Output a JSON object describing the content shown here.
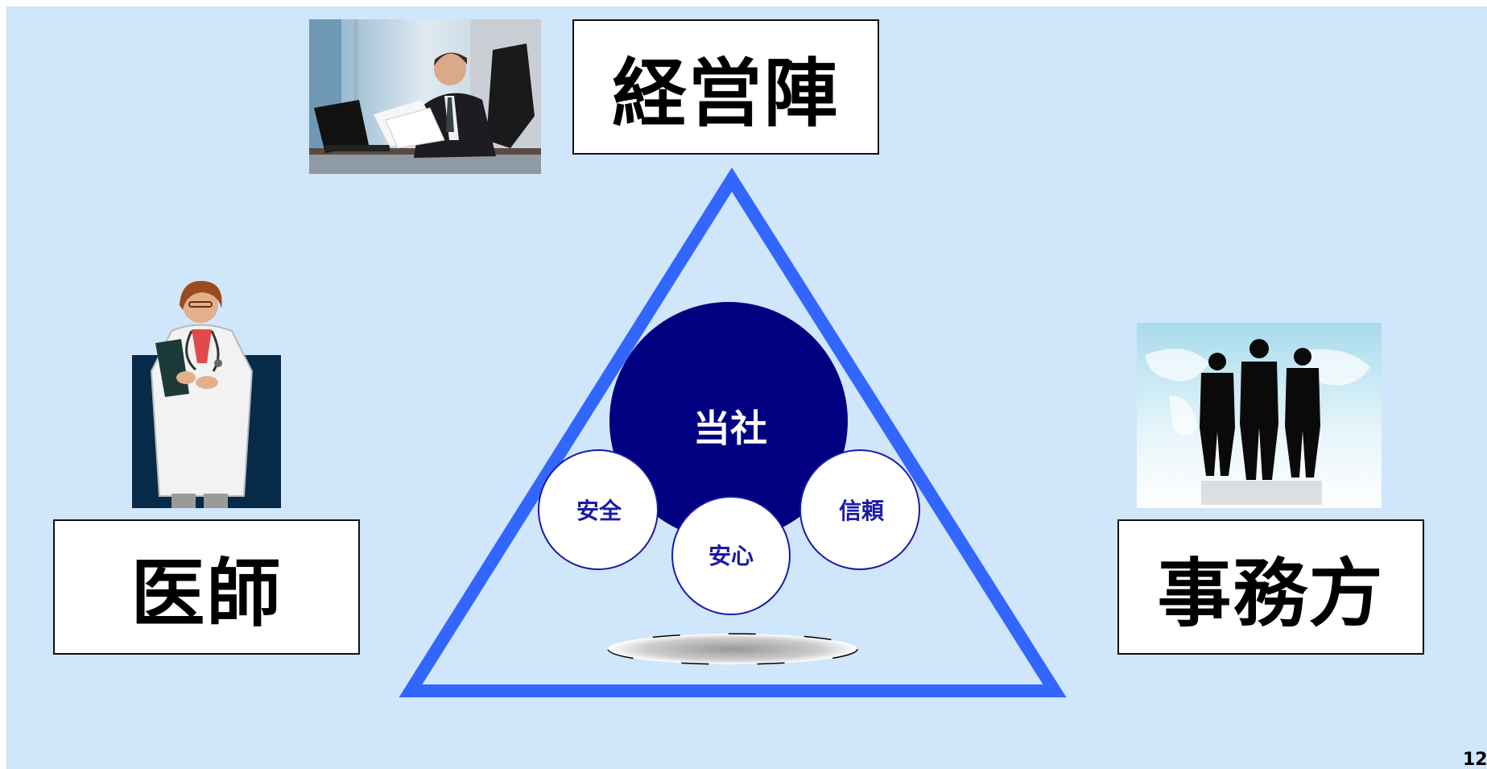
{
  "roles": {
    "management": "経営陣",
    "doctor": "医師",
    "office": "事務方"
  },
  "center": {
    "title": "当社",
    "values": [
      "安全",
      "安心",
      "信頼"
    ]
  },
  "page_number": "12",
  "colors": {
    "background": "#cfe6fb",
    "triangle": "#3366ff",
    "center_circle": "#000080",
    "value_text": "#1a1aa6"
  },
  "icons": {
    "management": "businessman-photo",
    "doctor": "doctor-illustration",
    "office": "silhouette-team-photo"
  }
}
